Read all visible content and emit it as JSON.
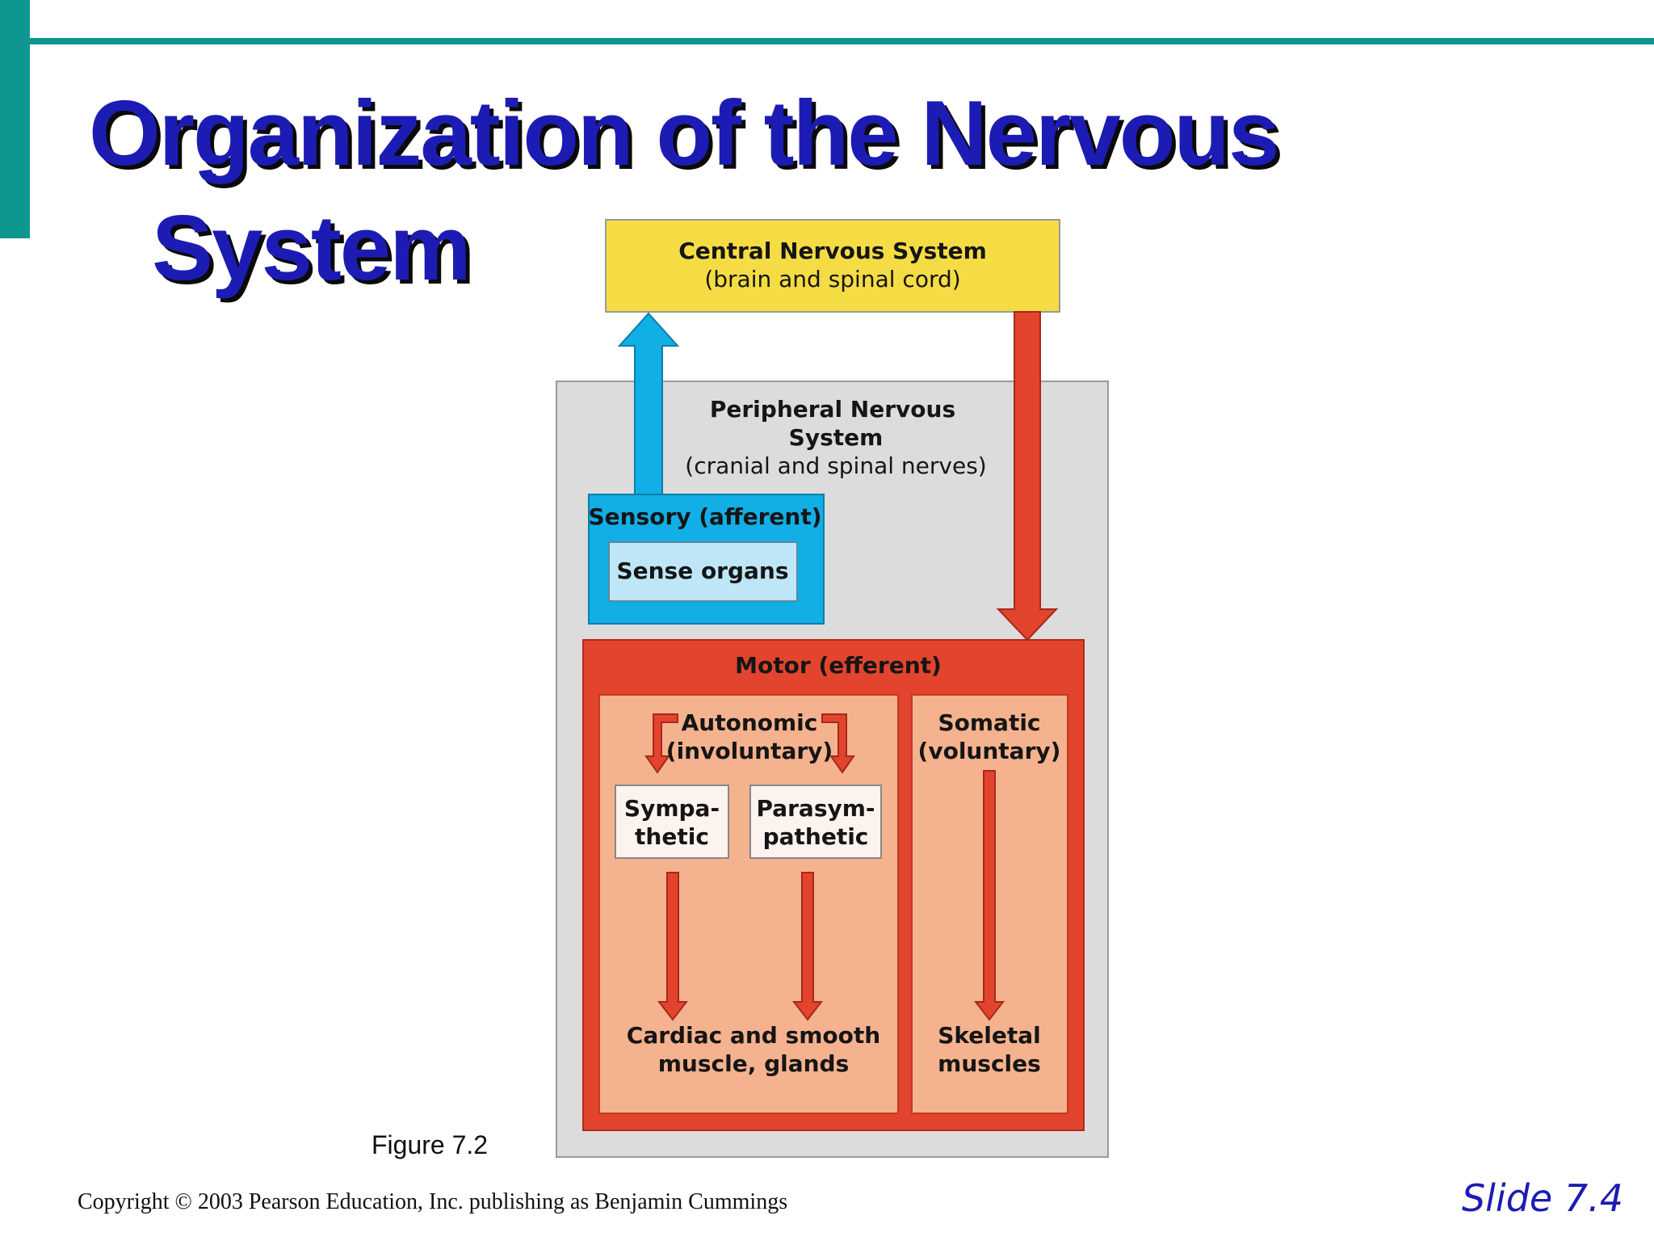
{
  "slide": {
    "title_line1": "Organization of the Nervous",
    "title_line2": "System",
    "figure_label": "Figure 7.2",
    "copyright": "Copyright © 2003 Pearson Education, Inc. publishing as Benjamin Cummings",
    "slide_number": "Slide 7.4"
  },
  "colors": {
    "accent_teal": "#0e9690",
    "title_blue": "#1c1cb4",
    "cns_yellow": "#f6dc44",
    "pns_gray": "#dcdcdc",
    "sensory_blue": "#12aee6",
    "motor_red": "#e2442e",
    "motor_light": "#f5b28e"
  },
  "diagram": {
    "cns": {
      "title": "Central Nervous System",
      "subtitle": "(brain and spinal cord)"
    },
    "pns": {
      "title_line1": "Peripheral Nervous",
      "title_line2": "System",
      "subtitle": "(cranial and spinal nerves)"
    },
    "sensory": {
      "title": "Sensory (afferent)",
      "inner": "Sense organs"
    },
    "motor": {
      "title": "Motor (efferent)"
    },
    "autonomic": {
      "line1": "Autonomic",
      "line2": "(involuntary)"
    },
    "sympathetic": {
      "line1": "Sympa-",
      "line2": "thetic"
    },
    "parasympathetic": {
      "line1": "Parasym-",
      "line2": "pathetic"
    },
    "somatic": {
      "line1": "Somatic",
      "line2": "(voluntary)"
    },
    "autonomic_target": {
      "line1": "Cardiac and smooth",
      "line2": "muscle, glands"
    },
    "somatic_target": {
      "line1": "Skeletal",
      "line2": "muscles"
    }
  }
}
